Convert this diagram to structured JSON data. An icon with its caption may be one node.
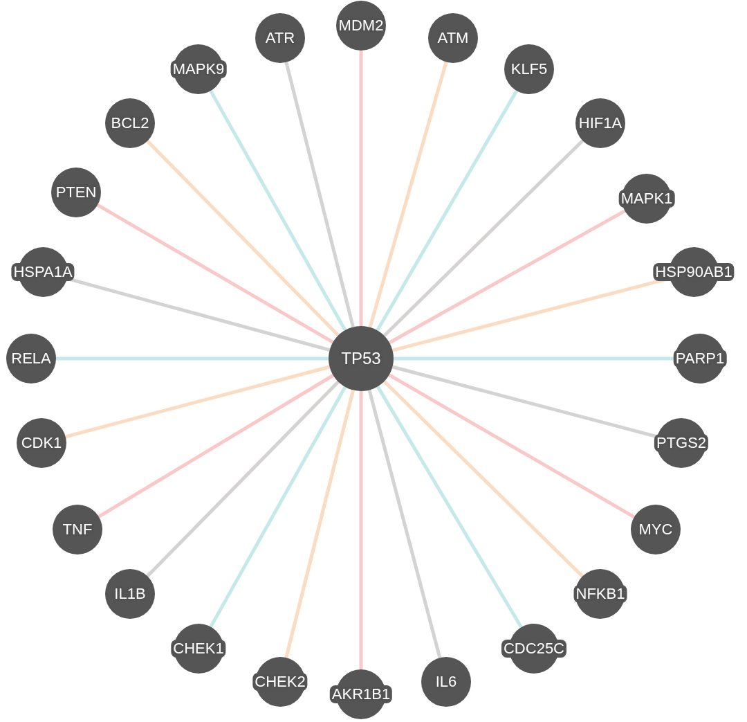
{
  "diagram": {
    "nodes": [
      {
        "text": [
          "TP53"
        ]
      },
      {
        "text": [
          "MDM2"
        ]
      },
      {
        "text": [
          "ATM"
        ]
      },
      {
        "text": [
          "KLF5"
        ]
      },
      {
        "text": [
          "HIF1A"
        ]
      },
      {
        "text": [
          "MAPK1"
        ]
      },
      {
        "text": [
          "HSP90AB1"
        ]
      },
      {
        "text": [
          "PARP1"
        ]
      },
      {
        "text": [
          "PTGS2"
        ]
      },
      {
        "text": [
          "MYC"
        ]
      },
      {
        "text": [
          "NFKB1"
        ]
      },
      {
        "text": [
          "CDC25C"
        ]
      },
      {
        "text": [
          "IL6"
        ]
      },
      {
        "text": [
          "AKR1B1"
        ]
      },
      {
        "text": [
          "CHEK2"
        ]
      },
      {
        "text": [
          "CHEK1"
        ]
      },
      {
        "text": [
          "IL1B"
        ]
      },
      {
        "text": [
          "TNF"
        ]
      },
      {
        "text": [
          "CDK1"
        ]
      },
      {
        "text": [
          "RELA"
        ]
      },
      {
        "text": [
          "HSPA1A"
        ]
      },
      {
        "text": [
          "PTEN"
        ]
      },
      {
        "text": [
          "BCL2"
        ]
      },
      {
        "text": [
          "MAPK9"
        ]
      },
      {
        "text": [
          "ATR"
        ]
      }
    ],
    "edges": [
      {
        "from": 1,
        "to": 0,
        "arrow": "none"
      },
      {
        "from": 2,
        "to": 0,
        "arrow": "none"
      },
      {
        "from": 3,
        "to": 0,
        "arrow": "none"
      },
      {
        "from": 4,
        "to": 0,
        "arrow": "none"
      },
      {
        "from": 5,
        "to": 0,
        "arrow": "none"
      },
      {
        "from": 6,
        "to": 0,
        "arrow": "none"
      },
      {
        "from": 7,
        "to": 0,
        "arrow": "none"
      },
      {
        "from": 8,
        "to": 0,
        "arrow": "none"
      },
      {
        "from": 9,
        "to": 0,
        "arrow": "none"
      },
      {
        "from": 10,
        "to": 0,
        "arrow": "none"
      },
      {
        "from": 11,
        "to": 0,
        "arrow": "none"
      },
      {
        "from": 12,
        "to": 0,
        "arrow": "none"
      },
      {
        "from": 13,
        "to": 0,
        "arrow": "none"
      },
      {
        "from": 14,
        "to": 0,
        "arrow": "none"
      },
      {
        "from": 15,
        "to": 0,
        "arrow": "none"
      },
      {
        "from": 16,
        "to": 0,
        "arrow": "none"
      },
      {
        "from": 17,
        "to": 0,
        "arrow": "none"
      },
      {
        "from": 18,
        "to": 0,
        "arrow": "none"
      },
      {
        "from": 19,
        "to": 0,
        "arrow": "none"
      },
      {
        "from": 20,
        "to": 0,
        "arrow": "none"
      },
      {
        "from": 21,
        "to": 0,
        "arrow": "none"
      },
      {
        "from": 22,
        "to": 0,
        "arrow": "none"
      },
      {
        "from": 23,
        "to": 0,
        "arrow": "none"
      },
      {
        "from": 24,
        "to": 0,
        "arrow": "none"
      }
    ]
  }
}
